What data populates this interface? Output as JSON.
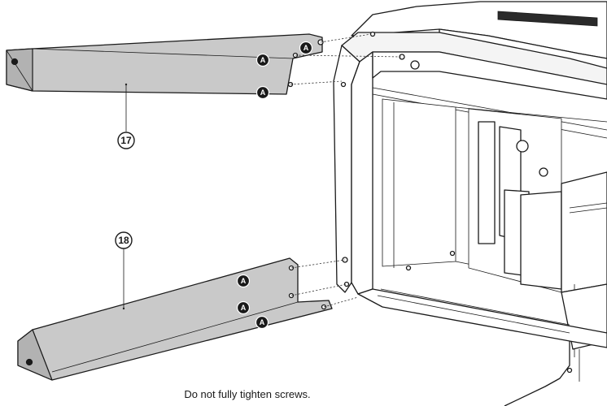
{
  "parts": {
    "upper_rail_number": "17",
    "lower_rail_number": "18"
  },
  "fastener_label": "A",
  "instruction": "Do not fully tighten screws."
}
